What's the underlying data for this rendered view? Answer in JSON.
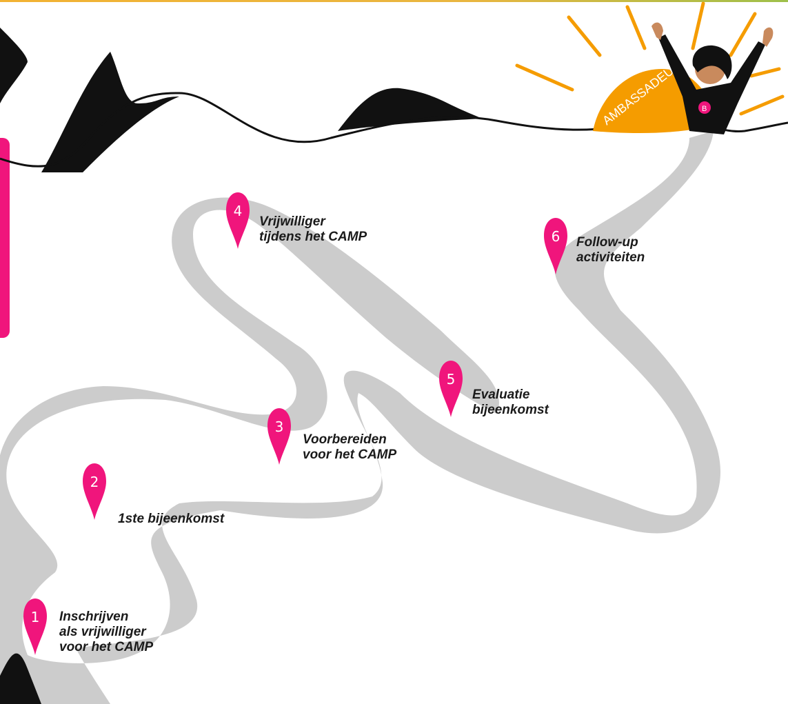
{
  "colors": {
    "road": "#cccccc",
    "pin": "#f0157c",
    "mountain": "#111111",
    "sun": "#f59c00",
    "text": "#1a1a1a"
  },
  "ambassador": {
    "sun_text": "AMBASSADEUR",
    "badge": "B"
  },
  "steps": [
    {
      "number": "1",
      "lines": [
        "Inschrijven",
        "als vrijwilliger",
        "voor het CAMP"
      ]
    },
    {
      "number": "2",
      "lines": [
        "1ste bijeenkomst"
      ]
    },
    {
      "number": "3",
      "lines": [
        "Voorbereiden",
        "voor het CAMP"
      ]
    },
    {
      "number": "4",
      "lines": [
        "Vrijwilliger",
        "tijdens het CAMP"
      ]
    },
    {
      "number": "5",
      "lines": [
        "Evaluatie",
        "bijeenkomst"
      ]
    },
    {
      "number": "6",
      "lines": [
        "Follow-up",
        "activiteiten"
      ]
    }
  ]
}
